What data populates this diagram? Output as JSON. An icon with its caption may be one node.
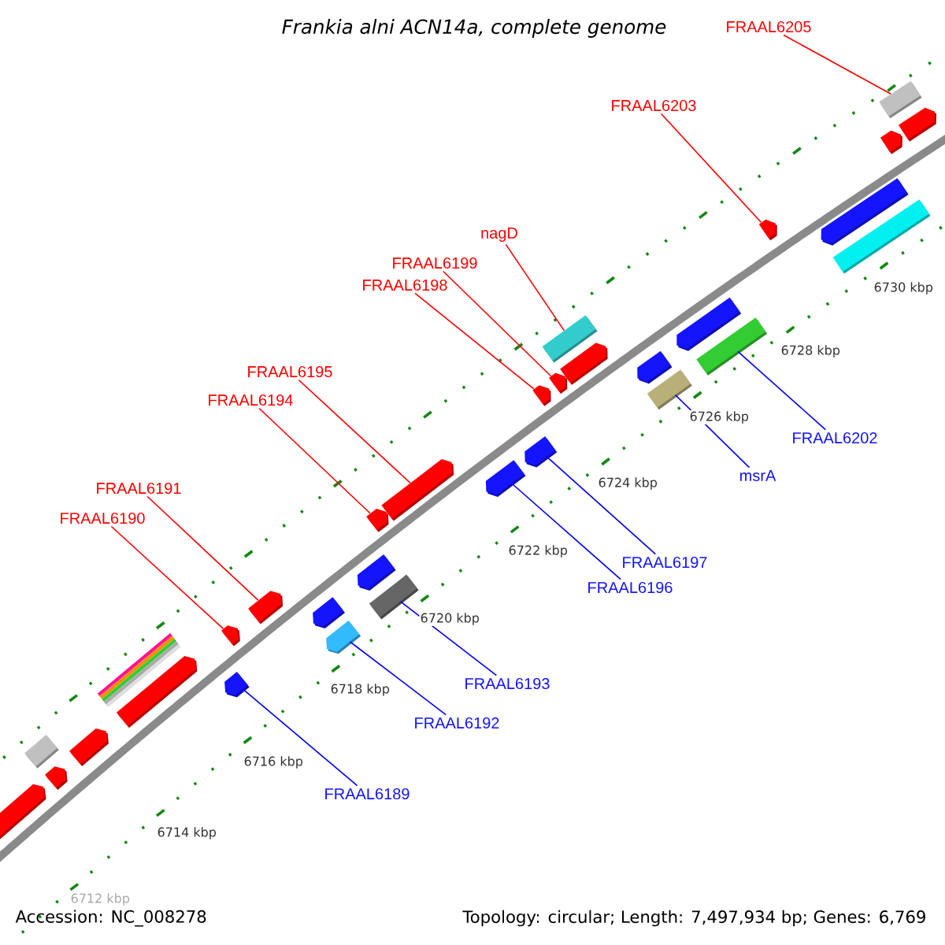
{
  "diagram": {
    "title": "Frankia alni ACN14a, complete genome",
    "nodes": [
      {
        "text": [
          "FRAAL6205"
        ]
      },
      {
        "text": [
          "FRAAL6203"
        ]
      },
      {
        "text": [
          "nagD"
        ]
      },
      {
        "text": [
          "FRAAL6199"
        ]
      },
      {
        "text": [
          "FRAAL6198"
        ]
      },
      {
        "text": [
          "FRAAL6195"
        ]
      },
      {
        "text": [
          "FRAAL6194"
        ]
      },
      {
        "text": [
          "FRAAL6202"
        ]
      },
      {
        "text": [
          "msrA"
        ]
      },
      {
        "text": [
          "FRAAL6191"
        ]
      },
      {
        "text": [
          "FRAAL6190"
        ]
      },
      {
        "text": [
          "FRAAL6197"
        ]
      },
      {
        "text": [
          "FRAAL6196"
        ]
      },
      {
        "text": [
          "FRAAL6193"
        ]
      },
      {
        "text": [
          "FRAAL6192"
        ]
      },
      {
        "text": [
          "FRAAL6189"
        ]
      },
      {
        "text": [],
        "shape": "pentagon"
      },
      {
        "text": [],
        "shape": "pentagon"
      },
      {
        "text": [],
        "shape": "box"
      },
      {
        "text": [],
        "shape": "pentagon"
      },
      {
        "text": [],
        "shape": "box"
      },
      {
        "text": [],
        "shape": "pentagon"
      },
      {
        "text": [],
        "shape": "pentagon"
      },
      {
        "text": [],
        "shape": "pentagon"
      },
      {
        "text": [],
        "shape": "pentagon"
      },
      {
        "text": [],
        "shape": "pentagon"
      },
      {
        "text": [],
        "shape": "pentagon"
      },
      {
        "text": [],
        "shape": "box"
      },
      {
        "text": [],
        "shape": "pentagon"
      },
      {
        "text": [],
        "shape": "pentagon"
      },
      {
        "text": [],
        "shape": "pentagon"
      },
      {
        "text": [],
        "shape": "pentagon"
      },
      {
        "text": [],
        "shape": "pentagon"
      },
      {
        "text": [],
        "shape": "pentagon"
      },
      {
        "text": [],
        "shape": "pentagon"
      },
      {
        "text": [],
        "shape": "pentagon"
      },
      {
        "text": [],
        "shape": "box"
      },
      {
        "text": [],
        "shape": "box"
      },
      {
        "text": [],
        "shape": "pentagon"
      },
      {
        "text": [],
        "shape": "pentagon"
      },
      {
        "text": [],
        "shape": "box"
      },
      {
        "text": [],
        "shape": "pentagon"
      },
      {
        "text": [],
        "shape": "box"
      },
      {
        "text": [],
        "shape": "pentagon"
      },
      {
        "text": [],
        "shape": "pentagon"
      },
      {
        "text": [],
        "shape": "pentagon"
      },
      {
        "text": [],
        "shape": "box"
      }
    ],
    "edges": [
      {
        "from": 0,
        "to": 46,
        "arrow": "none"
      },
      {
        "from": 1,
        "to": 41,
        "arrow": "none"
      },
      {
        "from": 2,
        "to": 36,
        "arrow": "none"
      },
      {
        "from": 3,
        "to": 34,
        "arrow": "none"
      },
      {
        "from": 4,
        "to": 33,
        "arrow": "none"
      },
      {
        "from": 5,
        "to": 30,
        "arrow": "none"
      },
      {
        "from": 6,
        "to": 29,
        "arrow": "none"
      },
      {
        "from": 7,
        "to": 40,
        "arrow": "none",
        "color": "#0000ff"
      },
      {
        "from": 8,
        "to": 37,
        "arrow": "none",
        "color": "#0000ff"
      },
      {
        "from": 9,
        "to": 24,
        "arrow": "none"
      },
      {
        "from": 10,
        "to": 23,
        "arrow": "none"
      },
      {
        "from": 11,
        "to": 32,
        "arrow": "none",
        "color": "#0000ff"
      },
      {
        "from": 12,
        "to": 31,
        "arrow": "none",
        "color": "#0000ff"
      },
      {
        "from": 13,
        "to": 27,
        "arrow": "none",
        "color": "#0000ff"
      },
      {
        "from": 14,
        "to": 25,
        "arrow": "none",
        "color": "#0000ff"
      },
      {
        "from": 15,
        "to": 22,
        "arrow": "none",
        "color": "#0000ff"
      }
    ],
    "labels": [
      "6730 kbp",
      "6728 kbp",
      "6726 kbp",
      "6724 kbp",
      "6722 kbp",
      "6720 kbp",
      "6718 kbp",
      "6716 kbp",
      "6714 kbp",
      "6712 kbp",
      "Accession: NC_008278",
      "Topology: circular; Length: 7,497,934 bp; Genes: 6,769"
    ]
  }
}
